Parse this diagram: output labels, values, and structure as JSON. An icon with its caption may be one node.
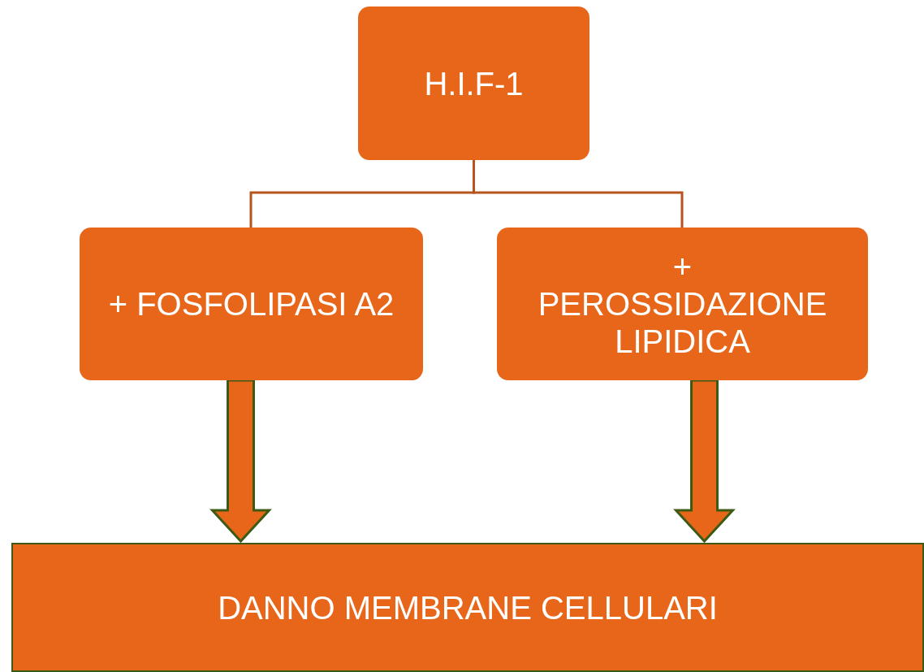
{
  "diagram": {
    "nodes": [
      {
        "text": [
          "H.I.F-1"
        ]
      },
      {
        "text": [
          "+ FOSFOLIPASI A2"
        ]
      },
      {
        "text": [
          "+ PEROSSIDAZIONE LIPIDICA"
        ]
      },
      {
        "text": [
          "DANNO MEMBRANE CELLULARI"
        ]
      }
    ],
    "edges": [
      {
        "from": 0,
        "to": 1,
        "arrow": "none"
      },
      {
        "from": 0,
        "to": 2,
        "arrow": "none"
      },
      {
        "from": 1,
        "to": 3,
        "arrow": "to",
        "style": "thick"
      },
      {
        "from": 2,
        "to": 3,
        "arrow": "to",
        "style": "thick"
      }
    ]
  }
}
